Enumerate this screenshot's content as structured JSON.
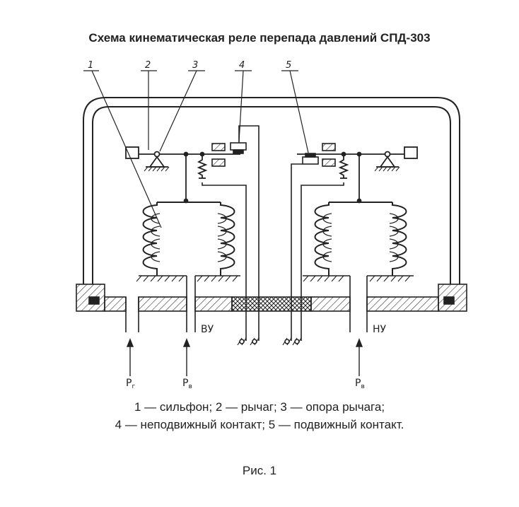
{
  "title": "Схема кинематическая реле перепада давлений СПД-303",
  "callouts": [
    "1",
    "2",
    "3",
    "4",
    "5"
  ],
  "ports": {
    "left_outlet_label": "ВУ",
    "right_outlet_label": "НУ",
    "p1": "Р",
    "p1_sub": "г",
    "p2": "Р",
    "p2_sub": "в",
    "p3": "Р",
    "p3_sub": "в"
  },
  "legend": {
    "line1": "1 — сильфон; 2 — рычаг; 3 — опора рычага;",
    "line2": "4 — неподвижный контакт; 5 — подвижный контакт."
  },
  "figure_label": "Рис. 1"
}
